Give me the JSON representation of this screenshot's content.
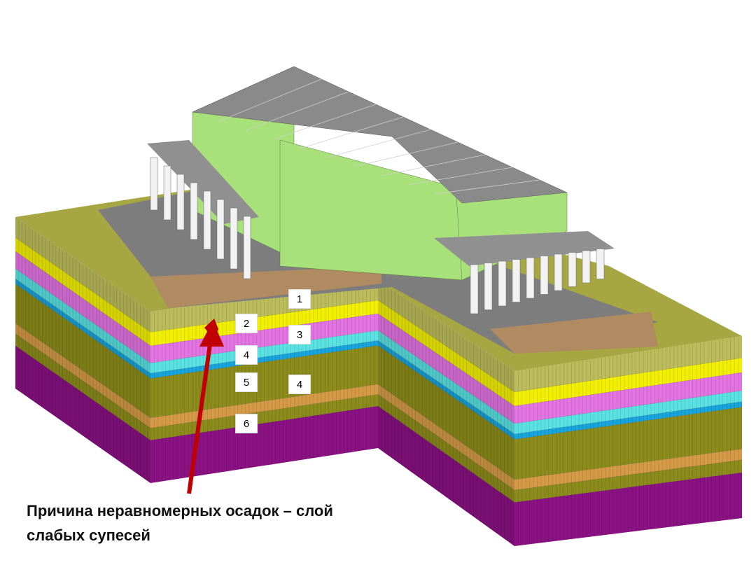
{
  "caption": {
    "line1": "Причина неравномерных осадок – слой",
    "line2": "слабых супесей"
  },
  "layer_labels": [
    "1",
    "2",
    "3",
    "4",
    "5",
    "4",
    "6"
  ],
  "colors": {
    "layers": [
      "#bcbc5c",
      "#f2f000",
      "#e274e2",
      "#5ae2e2",
      "#18a4dc",
      "#8c8c1c",
      "#d49a48",
      "#8c8c1c",
      "#8a1282"
    ],
    "ground_top": "#a6a642",
    "roof": "#8a8a8a",
    "walls": "#a8e07a",
    "columns": "#f2f2f2",
    "foundation": "#b08a60",
    "arrow": "#c00000"
  }
}
